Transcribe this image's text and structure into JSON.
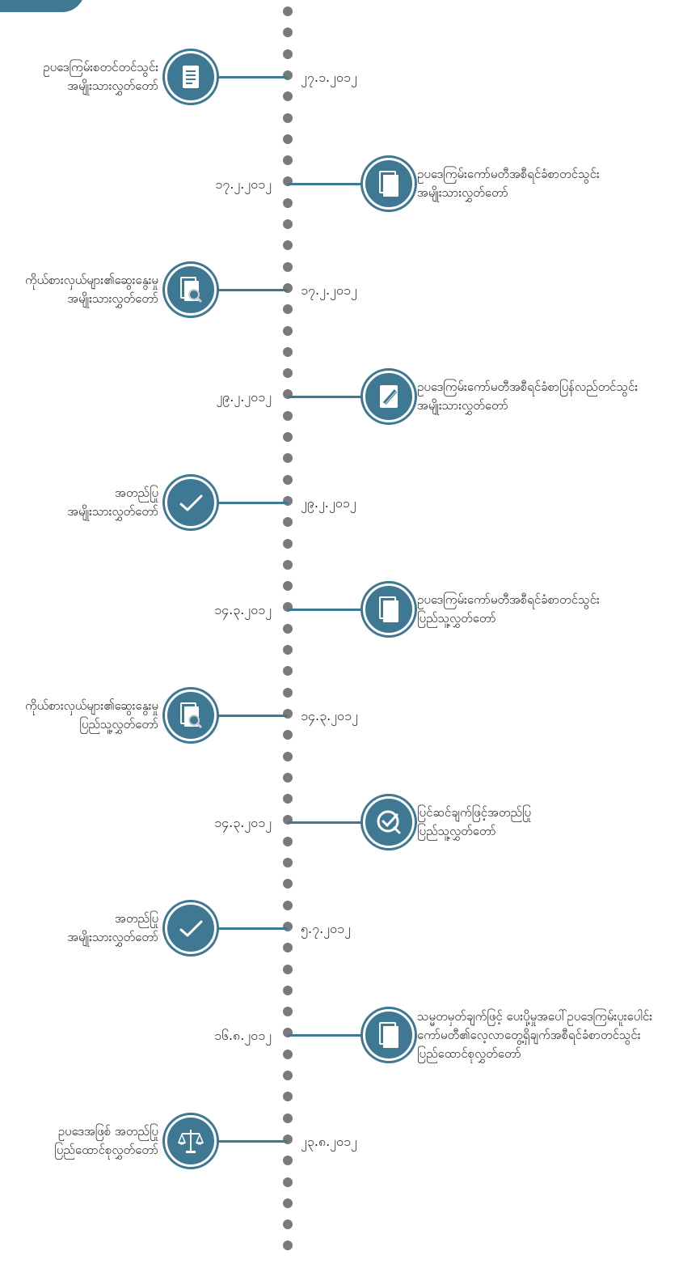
{
  "timeline": {
    "events": [
      {
        "side": "left",
        "icon": "document-icon",
        "title": "ဥပဒေကြမ်းစတင်တင်သွင်း",
        "subtitle": "အမျိုးသားလွှတ်တော်",
        "date": "၂၇.၁.၂၀၁၂"
      },
      {
        "side": "right",
        "icon": "papers-icon",
        "title": "ဥပဒေကြမ်းကော်မတီအစီရင်ခံစာတင်သွင်း",
        "subtitle": "အမျိုးသားလွှတ်တော်",
        "date": "၁၇.၂.၂၀၁၂"
      },
      {
        "side": "left",
        "icon": "document-search-icon",
        "title": "ကိုယ်စားလှယ်များ၏ဆွေးနွေးမှု",
        "subtitle": "အမျိုးသားလွှတ်တော်",
        "date": "၁၇.၂.၂၀၁၂"
      },
      {
        "side": "right",
        "icon": "document-edit-icon",
        "title": "ဥပဒေကြမ်းကော်မတီအစီရင်ခံစာပြန်လည်တင်သွင်း",
        "subtitle": "အမျိုးသားလွှတ်တော်",
        "date": "၂၉.၂.၂၀၁၂"
      },
      {
        "side": "left",
        "icon": "checkmark-icon",
        "title": "အတည်ပြု",
        "subtitle": "အမျိုးသားလွှတ်တော်",
        "date": "၂၉.၂.၂၀၁၂"
      },
      {
        "side": "right",
        "icon": "papers-icon",
        "title": "ဥပဒေကြမ်းကော်မတီအစီရင်ခံစာတင်သွင်း",
        "subtitle": "ပြည်သူ့လွှတ်တော်",
        "date": "၁၄.၃.၂၀၁၂"
      },
      {
        "side": "left",
        "icon": "document-search-icon",
        "title": "ကိုယ်စားလှယ်များ၏ဆွေးနွေးမှု",
        "subtitle": "ပြည်သူ့လွှတ်တော်",
        "date": "၁၄.၃.၂၀၁၂"
      },
      {
        "side": "right",
        "icon": "check-bubble-icon",
        "title": "ပြင်ဆင်ချက်ဖြင့်အတည်ပြု",
        "subtitle": "ပြည်သူ့လွှတ်တော်",
        "date": "၁၄.၃.၂၀၁၂"
      },
      {
        "side": "left",
        "icon": "checkmark-icon",
        "title": "အတည်ပြု",
        "subtitle": "အမျိုးသားလွှတ်တော်",
        "date": "၅.၇.၂၀၁၂"
      },
      {
        "side": "right",
        "icon": "papers-icon",
        "title": "သမ္မတမှတ်ချက်ဖြင့် ပေးပို့မှုအပေါ်ဥပဒေကြမ်းပူးပေါင်း",
        "title2": "ကော်မတီ၏လေ့လာတွေ့ရှိချက်အစီရင်ခံစာတင်သွင်း",
        "subtitle": "ပြည်ထောင်စုလွှတ်တော်",
        "date": "၁၆.၈.၂၀၁၂"
      },
      {
        "side": "left",
        "icon": "scales-icon",
        "title": "ဥပဒေအဖြစ် အတည်ပြု",
        "subtitle": "ပြည်ထောင်စုလွှတ်တော်",
        "date": "၂၃.၈.၂၀၁၂"
      }
    ]
  },
  "colors": {
    "accent": "#3f7892",
    "dot": "#7a7a7a"
  }
}
